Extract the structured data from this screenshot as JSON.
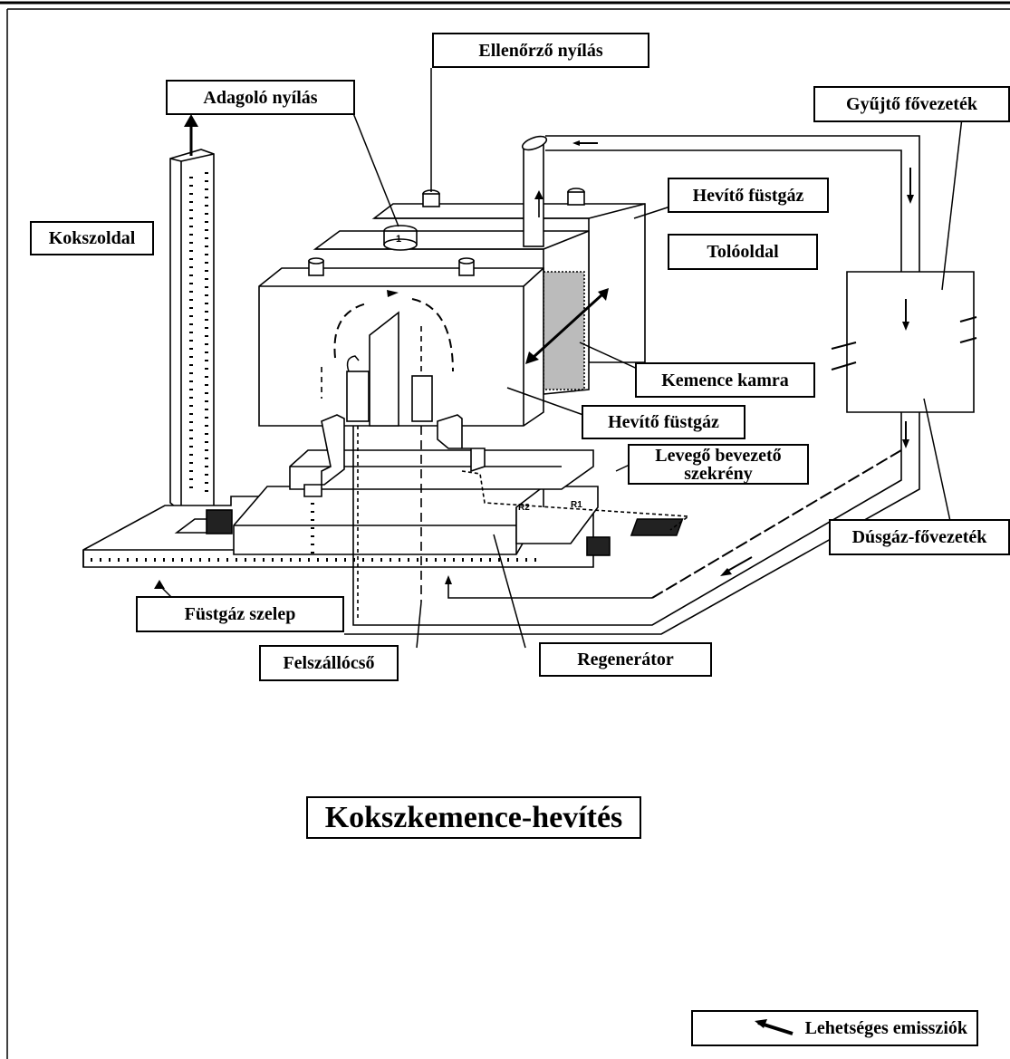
{
  "labels": {
    "ellenorzo": "Ellenőrző nyílás",
    "adagolo": "Adagoló nyílás",
    "gyujto": "Gyűjtő fővezeték",
    "kokszoldal": "Kokszoldal",
    "hevito_top": "Hevítő füstgáz",
    "toloolal": "Tolóoldal",
    "kemence": "Kemence kamra",
    "hevito_mid": "Hevítő füstgáz",
    "levego_line1": "Levegő bevezető",
    "levego_line2": "szekrény",
    "dusgaz": "Dúsgáz-fővezeték",
    "fustgaz_szelep": "Füstgáz szelep",
    "felszallo": "Felszállócső",
    "regenerator": "Regenerátor"
  },
  "title": "Kokszkemence-hevítés",
  "legend": {
    "text": "Lehetséges emissziók",
    "icon": "emission-arrow-icon"
  },
  "drawing_marks": {
    "cap": "1",
    "r1": "R1",
    "r2": "R2"
  }
}
